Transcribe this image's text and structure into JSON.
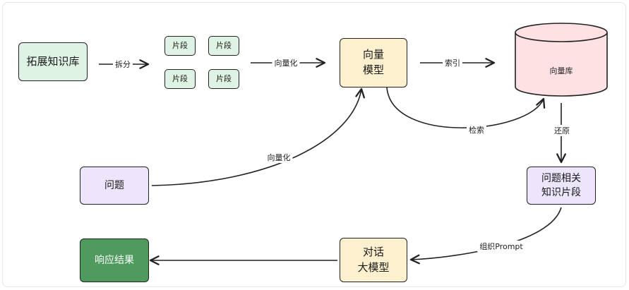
{
  "nodes": {
    "expand_kb": "拓展知识库",
    "fragment_1": "片段",
    "fragment_2": "片段",
    "fragment_3": "片段",
    "fragment_4": "片段",
    "vector_model": "向量\n模型",
    "vector_db": "向量库",
    "question": "问题",
    "related_fragments": "问题相关\n知识片段",
    "dialog_model": "对话\n大模型",
    "response": "响应结果"
  },
  "edges": {
    "split": "拆分",
    "vectorize_top": "向量化",
    "index": "索引",
    "retrieve": "检索",
    "restore": "还原",
    "vectorize_question": "向量化",
    "organize_prompt": "组织Prompt"
  },
  "colors": {
    "green_box": "#dff3e4",
    "yellow_box": "#fdf0cf",
    "purple_box": "#ece5fb",
    "database": "#fde1e3",
    "result_box": "#4f9a5d"
  }
}
